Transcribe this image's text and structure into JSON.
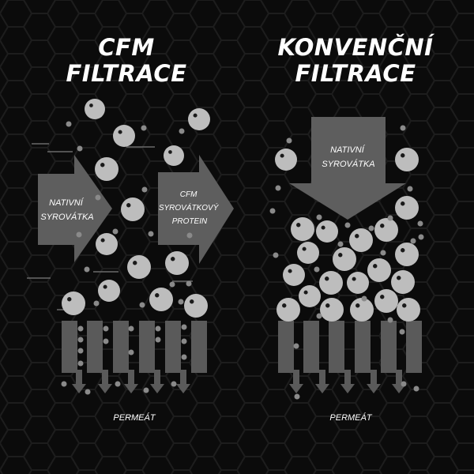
{
  "left_panel": {
    "title": [
      "CFM",
      "FILTRACE"
    ],
    "arrow_input_label": [
      "NATIVNÍ",
      "SYROVÁTKA"
    ],
    "arrow_output_label": [
      "CFM",
      "SYROVÁTKOVÝ",
      "PROTEIN"
    ],
    "permeate_label": "PERMEÁT"
  },
  "right_panel": {
    "title": [
      "KONVENČNÍ",
      "FILTRACE"
    ],
    "arrow_input_label": [
      "NATIVNÍ",
      "SYROVÁTKA"
    ],
    "permeate_label": "PERMEÁT"
  },
  "colors": {
    "background": "#0b0b0b",
    "hex_pattern": "#1d1d1d",
    "arrow": "#5e5e5e",
    "ball": "#bdbdbd",
    "ball_highlight": "#1a1a1a",
    "small_particle": "#8a8a8a",
    "membrane": "#5a5a5a",
    "text": "#ffffff"
  }
}
